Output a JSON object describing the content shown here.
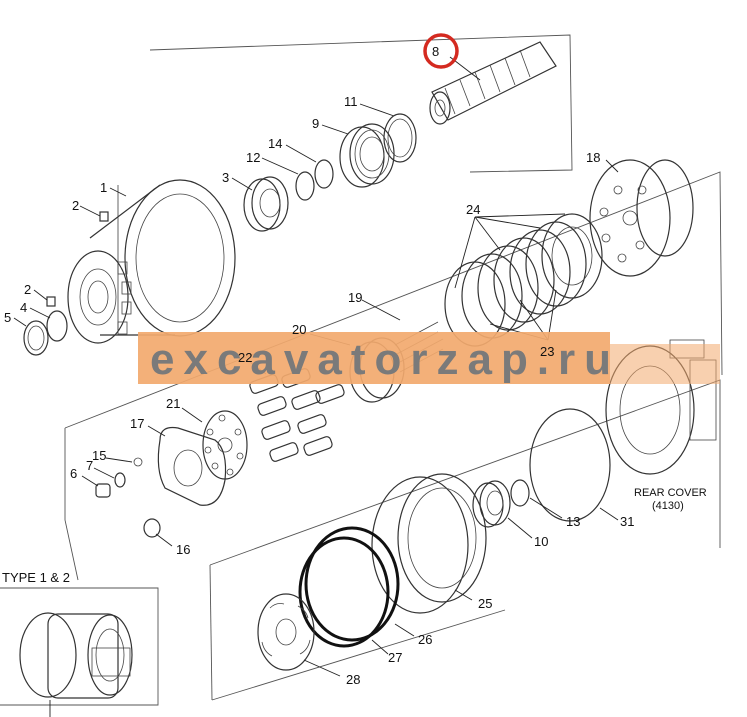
{
  "callouts": {
    "n1": "1",
    "n2a": "2",
    "n2b": "2",
    "n3": "3",
    "n4": "4",
    "n5": "5",
    "n6": "6",
    "n7": "7",
    "n8": "8",
    "n9": "9",
    "n10": "10",
    "n11": "11",
    "n12": "12",
    "n13": "13",
    "n14": "14",
    "n15": "15",
    "n16": "16",
    "n17": "17",
    "n18": "18",
    "n19": "19",
    "n20": "20",
    "n21": "21",
    "n22": "22",
    "n23": "23",
    "n24": "24",
    "n25": "25",
    "n26": "26",
    "n27": "27",
    "n28": "28",
    "n31": "31"
  },
  "rear_cover": {
    "line1": "REAR COVER",
    "line2": "(4130)"
  },
  "inset": {
    "title": "TYPE 1 & 2"
  },
  "watermark": {
    "text": "excavatorzap.ru"
  },
  "colors": {
    "highlight": "#d42a20",
    "banner": "#f2a96e",
    "banner_text": "#7a7a7a"
  }
}
